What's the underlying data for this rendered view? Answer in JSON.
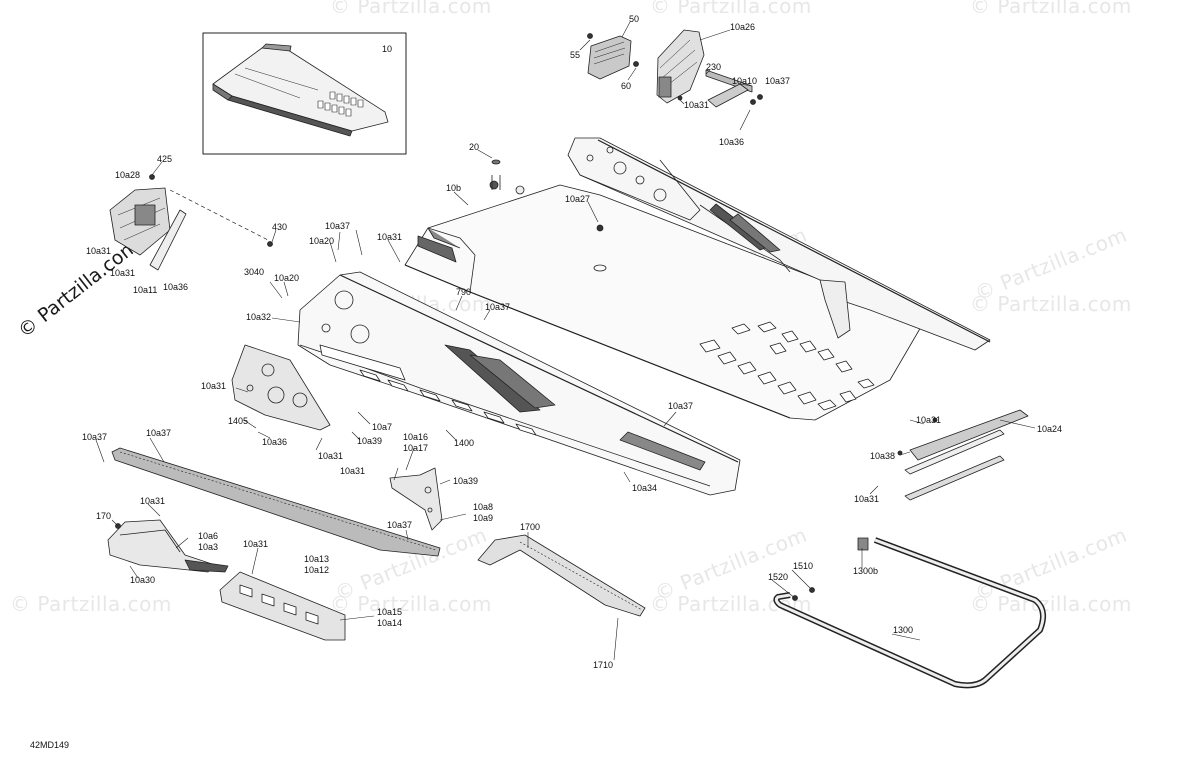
{
  "diagram": {
    "code": "42MD149",
    "watermark": "© Partzilla.com",
    "inset_label": "10",
    "colors": {
      "line": "#222222",
      "fill": "#dcdcdc",
      "dark": "#555555",
      "watermark": "#e7e7e7"
    }
  },
  "callouts": [
    {
      "id": "p50",
      "text": "50"
    },
    {
      "id": "p10a26",
      "text": "10a26"
    },
    {
      "id": "p55",
      "text": "55"
    },
    {
      "id": "p230",
      "text": "230"
    },
    {
      "id": "p10a10",
      "text": "10a10"
    },
    {
      "id": "p10a37a",
      "text": "10a37"
    },
    {
      "id": "p60",
      "text": "60"
    },
    {
      "id": "p10a31a",
      "text": "10a31"
    },
    {
      "id": "p10a36a",
      "text": "10a36"
    },
    {
      "id": "p20",
      "text": "20"
    },
    {
      "id": "p425",
      "text": "425"
    },
    {
      "id": "p10a28",
      "text": "10a28"
    },
    {
      "id": "p10b",
      "text": "10b"
    },
    {
      "id": "p10a27",
      "text": "10a27"
    },
    {
      "id": "p430",
      "text": "430"
    },
    {
      "id": "p10a37b",
      "text": "10a37"
    },
    {
      "id": "p10a31b",
      "text": "10a31"
    },
    {
      "id": "p10a20a",
      "text": "10a20"
    },
    {
      "id": "p10a31c",
      "text": "10a31"
    },
    {
      "id": "p10a31d",
      "text": "10a31"
    },
    {
      "id": "p3040",
      "text": "3040"
    },
    {
      "id": "p10a20b",
      "text": "10a20"
    },
    {
      "id": "p10a11",
      "text": "10a11"
    },
    {
      "id": "p10a36b",
      "text": "10a36"
    },
    {
      "id": "p790",
      "text": "790"
    },
    {
      "id": "p10a32",
      "text": "10a32"
    },
    {
      "id": "p10a37c",
      "text": "10a37"
    },
    {
      "id": "p10a31e",
      "text": "10a31"
    },
    {
      "id": "p10a37d",
      "text": "10a37"
    },
    {
      "id": "p1405",
      "text": "1405"
    },
    {
      "id": "p10a7",
      "text": "10a7"
    },
    {
      "id": "p10a37e",
      "text": "10a37"
    },
    {
      "id": "p10a37f",
      "text": "10a37"
    },
    {
      "id": "p10a36c",
      "text": "10a36"
    },
    {
      "id": "p10a39a",
      "text": "10a39"
    },
    {
      "id": "p10a16",
      "text": "10a16"
    },
    {
      "id": "p10a17",
      "text": "10a17"
    },
    {
      "id": "p1400",
      "text": "1400"
    },
    {
      "id": "p10a31f",
      "text": "10a31"
    },
    {
      "id": "p10a31g",
      "text": "10a31"
    },
    {
      "id": "p10a39b",
      "text": "10a39"
    },
    {
      "id": "p10a34",
      "text": "10a34"
    },
    {
      "id": "p10a31h",
      "text": "10a31"
    },
    {
      "id": "p10a24",
      "text": "10a24"
    },
    {
      "id": "p10a38",
      "text": "10a38"
    },
    {
      "id": "p10a31i",
      "text": "10a31"
    },
    {
      "id": "p10a8",
      "text": "10a8"
    },
    {
      "id": "p10a9",
      "text": "10a9"
    },
    {
      "id": "p10a31j",
      "text": "10a31"
    },
    {
      "id": "p170",
      "text": "170"
    },
    {
      "id": "p10a37g",
      "text": "10a37"
    },
    {
      "id": "p1700",
      "text": "1700"
    },
    {
      "id": "p10a6",
      "text": "10a6"
    },
    {
      "id": "p10a3",
      "text": "10a3"
    },
    {
      "id": "p10a31k",
      "text": "10a31"
    },
    {
      "id": "p10a13",
      "text": "10a13"
    },
    {
      "id": "p10a12",
      "text": "10a12"
    },
    {
      "id": "p10a30",
      "text": "10a30"
    },
    {
      "id": "p1510",
      "text": "1510"
    },
    {
      "id": "p1520",
      "text": "1520"
    },
    {
      "id": "p1300b",
      "text": "1300b"
    },
    {
      "id": "p10a15",
      "text": "10a15"
    },
    {
      "id": "p10a14",
      "text": "10a14"
    },
    {
      "id": "p1300",
      "text": "1300"
    },
    {
      "id": "p1710",
      "text": "1710"
    }
  ]
}
